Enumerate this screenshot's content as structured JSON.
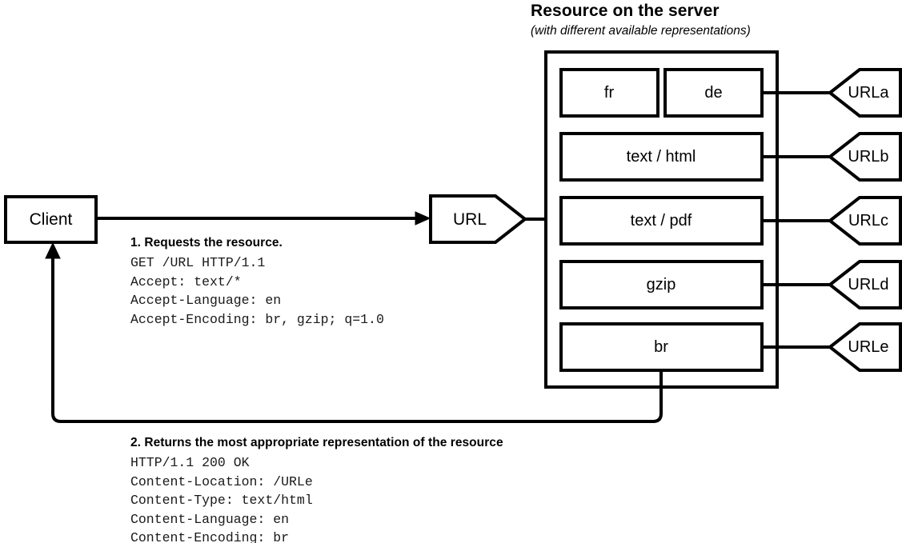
{
  "diagram": {
    "title": "Resource on the server",
    "subtitle": "(with different available representations)",
    "client": {
      "label": "Client"
    },
    "url_request_node": {
      "label": "URL"
    },
    "representations": [
      {
        "id": "fr",
        "label": "fr"
      },
      {
        "id": "de",
        "label": "de"
      },
      {
        "id": "html",
        "label": "text / html"
      },
      {
        "id": "pdf",
        "label": "text / pdf"
      },
      {
        "id": "gzip",
        "label": "gzip"
      },
      {
        "id": "br",
        "label": "br"
      }
    ],
    "url_nodes": [
      {
        "id": "urla",
        "label": "URLa"
      },
      {
        "id": "urlb",
        "label": "URLb"
      },
      {
        "id": "urlc",
        "label": "URLc"
      },
      {
        "id": "urld",
        "label": "URLd"
      },
      {
        "id": "urle",
        "label": "URLe"
      }
    ],
    "request_annotation": {
      "heading": "1. Requests the resource.",
      "lines": "GET /URL HTTP/1.1\nAccept: text/*\nAccept-Language: en\nAccept-Encoding: br, gzip; q=1.0"
    },
    "response_annotation": {
      "heading": "2. Returns the most appropriate representation of the resource",
      "lines": "HTTP/1.1 200 OK\nContent-Location: /URLe\nContent-Type: text/html\nContent-Language: en\nContent-Encoding: br"
    },
    "colors": {
      "stroke": "#000000",
      "background": "#ffffff",
      "text": "#000000",
      "mono_text": "#1a1a1a"
    }
  }
}
